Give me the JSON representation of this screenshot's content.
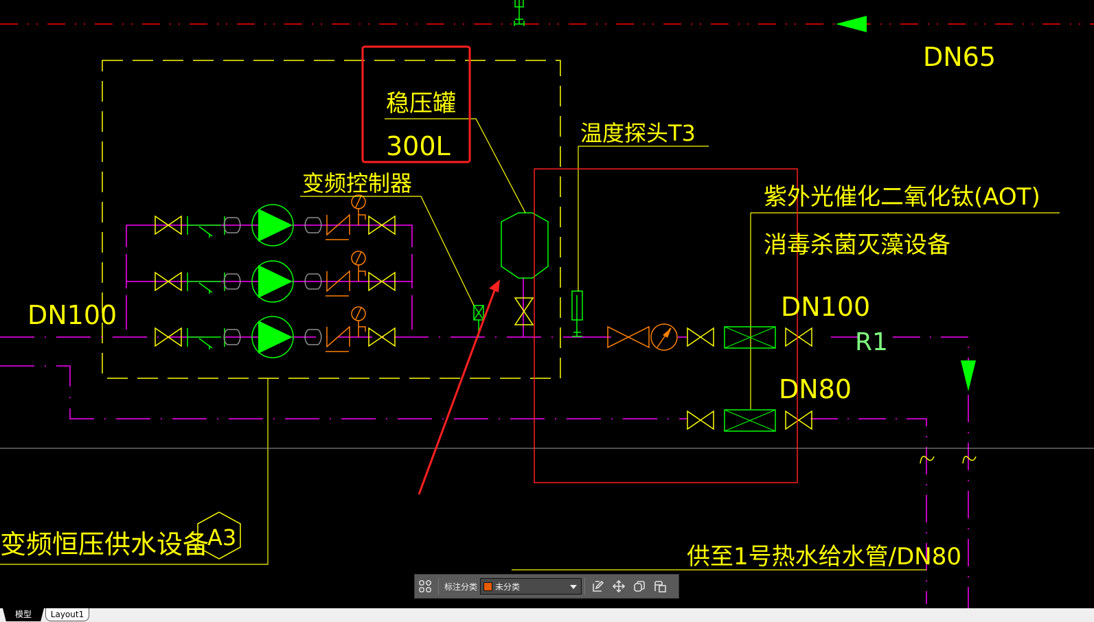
{
  "drawing": {
    "labels": {
      "tank_name": "稳压罐",
      "tank_volume": "300L",
      "vfd": "变频控制器",
      "temp_probe": "温度探头T3",
      "aot_line1": "紫外光催化二氧化钛(AOT)",
      "aot_line2": "消毒杀菌灭藻设备",
      "dn65": "DN65",
      "dn100_left": "DN100",
      "dn100_right": "DN100",
      "dn80": "DN80",
      "r1": "R1",
      "equipment_title": "变频恒压供水设备",
      "equipment_tag": "A3",
      "bottom_note": "供至1号热水给水管/DN80"
    },
    "colors": {
      "background": "#000000",
      "pipe_magenta": "#ff00ff",
      "pipe_red": "#ff0000",
      "text_yellow": "#ffff00",
      "symbol_green": "#00ff00",
      "symbol_orange": "#ff8000",
      "annotation_red": "#ff2020"
    }
  },
  "toolbar": {
    "grid_icon": "four-squares-icon",
    "category_label": "标注分类",
    "category_value": "未分类",
    "category_color": "#e85a00",
    "edit_icon": "edit-icon",
    "move_icon": "move-icon",
    "copy_icon": "copy-icon",
    "paste_icon": "paste-icon"
  },
  "tabs": {
    "model": "模型",
    "layout1": "Layout1"
  }
}
